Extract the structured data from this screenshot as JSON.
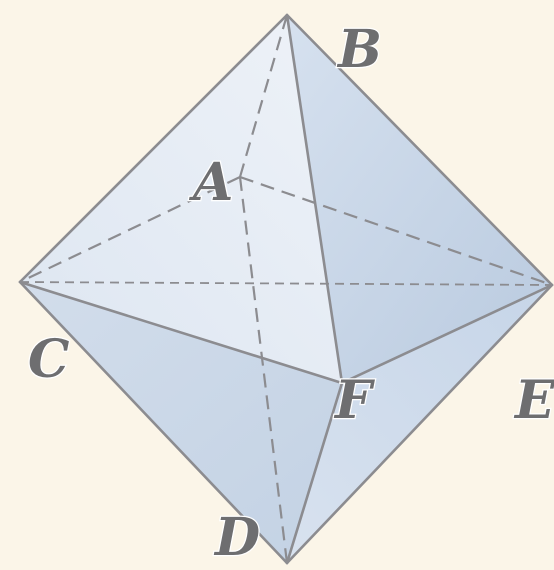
{
  "figure": {
    "vertices": {
      "A": {
        "label": "A"
      },
      "B": {
        "label": "B"
      },
      "C": {
        "label": "C"
      },
      "D": {
        "label": "D"
      },
      "E": {
        "label": "E"
      },
      "F": {
        "label": "F"
      }
    },
    "colors": {
      "background": "#fbf5e8",
      "edge": "#8c8c90",
      "label": "#6e6e70",
      "face_light": "#e4ebf5",
      "face_mid": "#cfdcec",
      "face_dark": "#b4c5dc"
    }
  }
}
